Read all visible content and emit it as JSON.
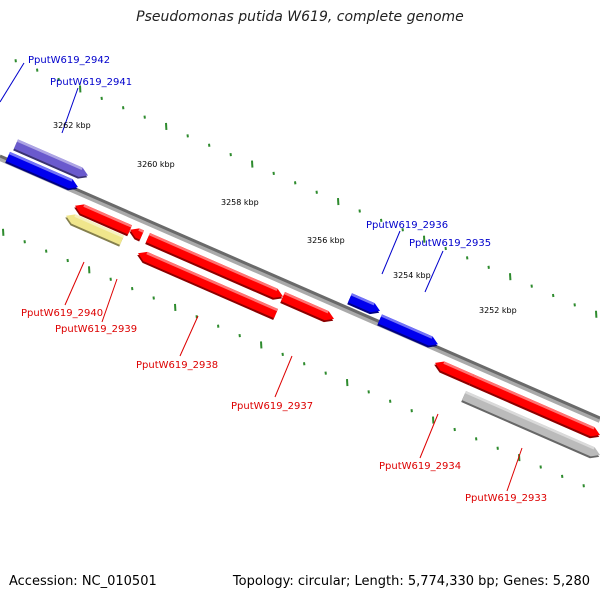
{
  "title": "Pseudomonas putida W619, complete genome",
  "footer": {
    "accession": "Accession: NC_010501",
    "stats": "Topology: circular; Length: 5,774,330 bp; Genes: 5,280"
  },
  "colors": {
    "forward_label": "#0000cc",
    "reverse_label": "#dd0000",
    "tick": "#2e8b2e",
    "backbone": "#777777"
  },
  "scale_labels": [
    "3262 kbp",
    "3260 kbp",
    "3258 kbp",
    "3256 kbp",
    "3254 kbp",
    "3252 kbp"
  ],
  "genes": [
    {
      "id": "PputW619_2942",
      "strand": "forward",
      "color": "#0000ee"
    },
    {
      "id": "PputW619_2941",
      "strand": "forward",
      "color": "#6a5acd"
    },
    {
      "id": "PputW619_2936",
      "strand": "forward",
      "color": "#0000ee"
    },
    {
      "id": "PputW619_2935",
      "strand": "forward",
      "color": "#0000ee"
    },
    {
      "id": "PputW619_2940",
      "strand": "reverse",
      "color": "#f0e68c"
    },
    {
      "id": "PputW619_2939",
      "strand": "reverse",
      "color": "#ff0000"
    },
    {
      "id": "PputW619_2938",
      "strand": "reverse",
      "color": "#ff0000"
    },
    {
      "id": "PputW619_2937",
      "strand": "reverse",
      "color": "#ff0000"
    },
    {
      "id": "PputW619_2934",
      "strand": "reverse",
      "color": "#ff0000"
    },
    {
      "id": "PputW619_2933",
      "strand": "reverse",
      "color": "#bbbbbb"
    }
  ]
}
